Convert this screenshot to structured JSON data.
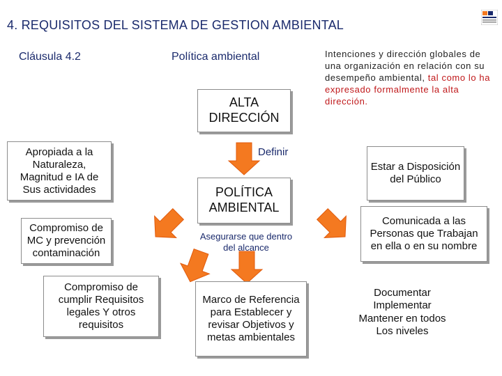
{
  "slide": {
    "title": "4. REQUISITOS DEL SISTEMA DE GESTION AMBIENTAL",
    "clause": "Cláusula 4.2",
    "section": "Política ambiental",
    "intent_black": "Intenciones y dirección globales de una organización en relación con su desempeño ambiental,",
    "intent_red": " tal como lo ha expresado formalmente la alta dirección."
  },
  "center": {
    "top_box": "ALTA DIRECCIÓN",
    "define_label": "Definir",
    "policy_box": "POLÍTICA AMBIENTAL",
    "ensure_label": "Asegurarse que dentro del alcance",
    "framework_box": "Marco de Referencia para Establecer y revisar Objetivos y metas ambientales"
  },
  "left": {
    "appropriate": "Apropiada a la Naturaleza, Magnitud e IA de Sus actividades",
    "commitment_mc": "Compromiso de MC y prevención contaminación",
    "commitment_legal": "Compromiso de cumplir Requisitos legales Y otros requisitos"
  },
  "right": {
    "public": "Estar a Disposición del Público",
    "communicated": "Comunicada a las Personas que Trabajan en ella o en su nombre",
    "document": "Documentar Implementar Mantener en todos Los niveles"
  },
  "colors": {
    "arrow_fill": "#f47920",
    "arrow_stroke": "#e05a0c",
    "heading": "#1a2a6c",
    "highlight": "#c0181a"
  },
  "icons": {
    "logo": "logo-icon",
    "arrow": "orange-block-arrow-icon"
  }
}
